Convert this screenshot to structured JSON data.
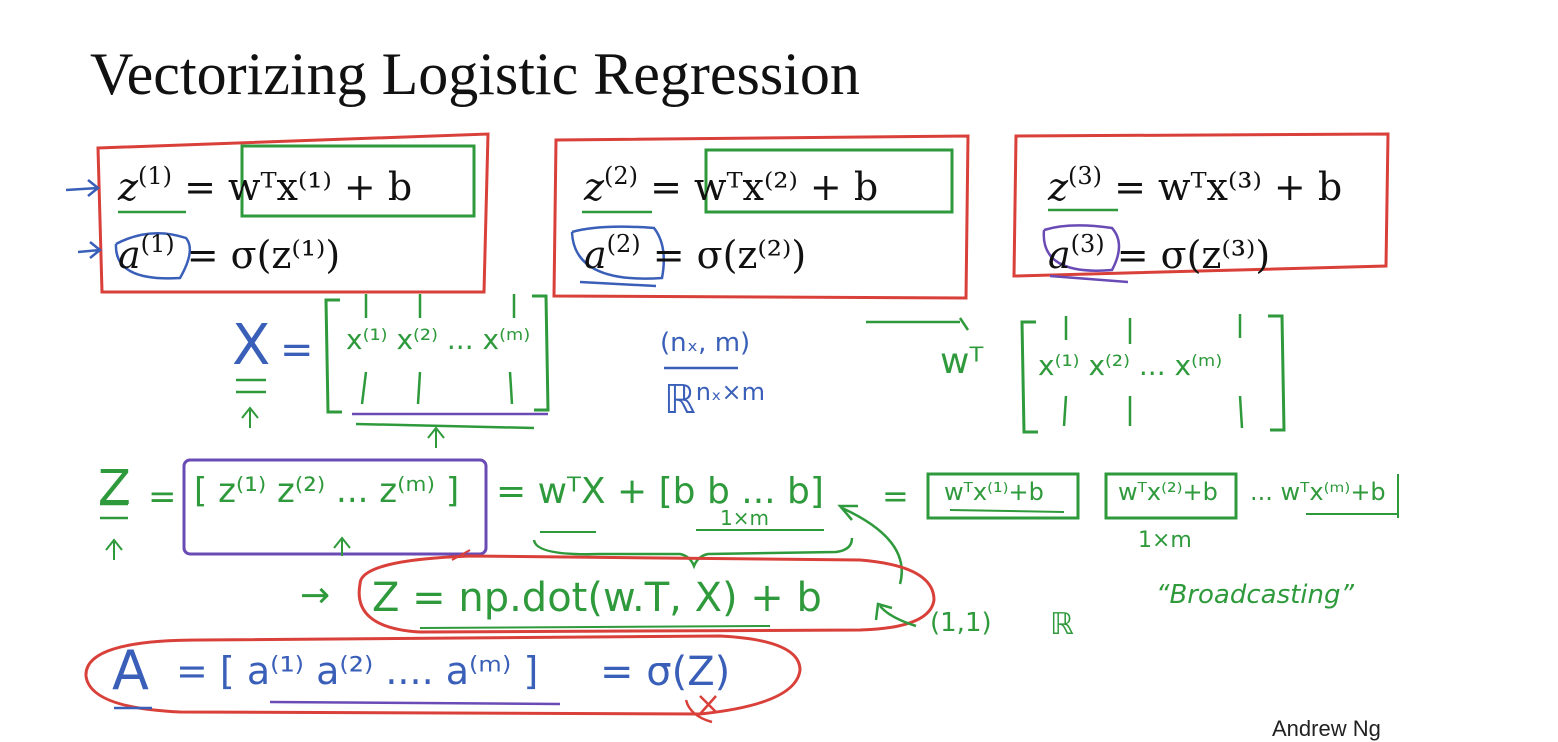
{
  "slide": {
    "title": "Vectorizing Logistic Regression",
    "author": "Andrew Ng"
  },
  "equations": {
    "z1": {
      "lhs": "z",
      "sup": "(1)",
      "rhs": "= wᵀx⁽¹⁾ + b"
    },
    "a1": {
      "lhs": "a",
      "sup": "(1)",
      "rhs": "= σ(z⁽¹⁾)"
    },
    "z2": {
      "lhs": "z",
      "sup": "(2)",
      "rhs": "= wᵀx⁽²⁾ + b"
    },
    "a2": {
      "lhs": "a",
      "sup": "(2)",
      "rhs": "= σ(z⁽²⁾)"
    },
    "z3": {
      "lhs": "z",
      "sup": "(3)",
      "rhs": "= wᵀx⁽³⁾ + b"
    },
    "a3": {
      "lhs": "a",
      "sup": "(3)",
      "rhs": "= σ(z⁽³⁾)"
    }
  },
  "handwriting": {
    "X_label": "X",
    "X_eq": "=",
    "X_cols": "x⁽¹⁾ x⁽²⁾ ... x⁽ᵐ⁾",
    "X_shape": "(nₓ, m)",
    "X_space": "ℝ",
    "X_space_sup": "nₓ×m",
    "wT_label": "wᵀ",
    "wT_cols": "x⁽¹⁾ x⁽²⁾ ... x⁽ᵐ⁾",
    "Z_label": "Z",
    "Z_eq": "=",
    "Z_row": "[ z⁽¹⁾ z⁽²⁾ ... z⁽ᵐ⁾ ]",
    "Z_rhs": "= wᵀX + [b b ... b]",
    "one_by_m_1": "1×m",
    "Z_expand_1": "wᵀx⁽¹⁾+b",
    "Z_expand_2": "wᵀx⁽²⁾+b",
    "Z_expand_3": "... wᵀx⁽ᵐ⁾+b",
    "Z_expand_eq": "=",
    "one_by_m_2": "1×m",
    "code_arrow": "→",
    "code": "Z = np.dot(w.T, X) + b",
    "b_shape": "(1,1)",
    "b_space": "ℝ",
    "broadcasting": "“Broadcasting”",
    "A_label": "A",
    "A_row": "= [ a⁽¹⁾ a⁽²⁾ .... a⁽ᵐ⁾ ]",
    "A_rhs": "= σ(Z)"
  },
  "colors": {
    "red": "#d9403a",
    "green": "#2f9a3c",
    "blue": "#3a5fb8",
    "purple": "#6a4bb5"
  }
}
